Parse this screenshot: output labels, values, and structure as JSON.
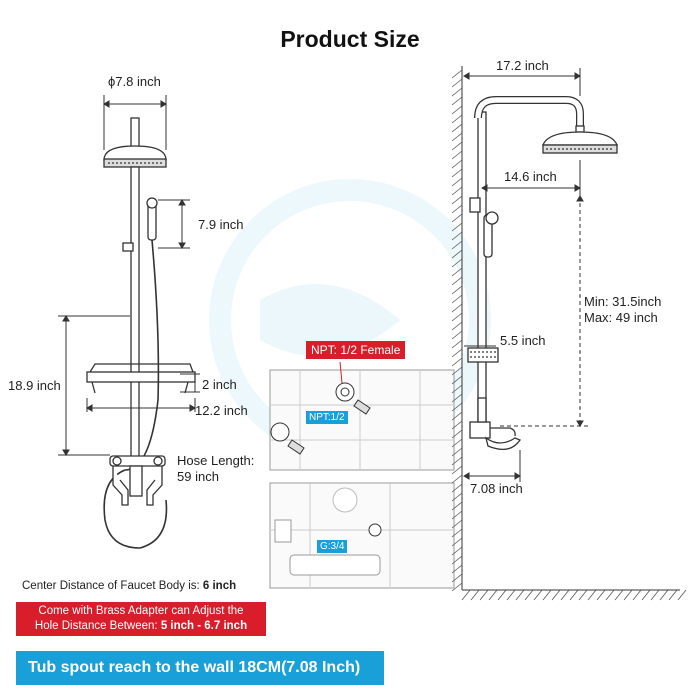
{
  "title": "Product Size",
  "left_view": {
    "diameter": "ϕ7.8 inch",
    "handheld_height": "7.9 inch",
    "shelf_height": "18.9 inch",
    "shelf_thickness": "2 inch",
    "shelf_width": "12.2 inch",
    "hose_label": "Hose Length:",
    "hose_value": "59 inch"
  },
  "right_view": {
    "arm_reach": "17.2 inch",
    "holder_reach": "14.6 inch",
    "height_min": "Min: 31.5inch",
    "height_max": "Max: 49 inch",
    "basket_offset": "5.5 inch",
    "spout_reach": "7.08 inch"
  },
  "insets": {
    "npt_female": "NPT: 1/2 Female",
    "npt": "NPT:1/2",
    "g34": "G:3/4"
  },
  "notes": {
    "center_distance_prefix": "Center Distance of Faucet Body is: ",
    "center_distance_value": "6 inch",
    "adapter_line1": "Come with Brass Adapter can Adjust the",
    "adapter_line2_prefix": "Hole Distance Between: ",
    "adapter_line2_value": "5 inch - 6.7 inch",
    "banner": "Tub spout reach to the wall 18CM(7.08 Inch)"
  },
  "colors": {
    "red": "#d81e2a",
    "blue": "#1aa0d8"
  }
}
